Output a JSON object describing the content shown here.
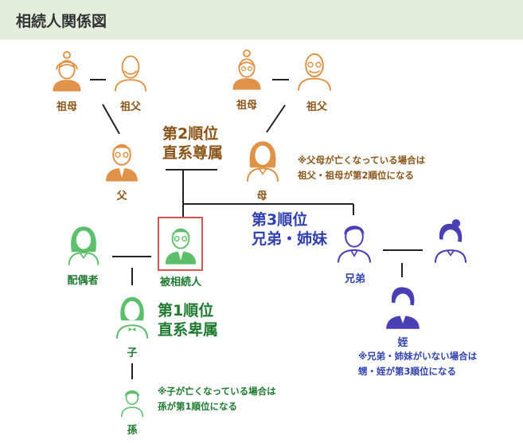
{
  "title": "相続人関係図",
  "colors": {
    "orange": "#e09348",
    "orange_text": "#8a5418",
    "green": "#5cbf6b",
    "green_text": "#1e7a30",
    "blue": "#4a3fb5",
    "blue_text": "#3040b0",
    "line": "#222222",
    "highlight": "#d9534f",
    "header_bg": "#e3efdc"
  },
  "people": {
    "paternal_grandmother": "祖母",
    "paternal_grandfather": "祖父",
    "maternal_grandmother": "祖母",
    "maternal_grandfather": "祖父",
    "father": "父",
    "mother": "母",
    "spouse": "配偶者",
    "decedent": "被相続人",
    "brother": "兄弟",
    "sister": "",
    "nephew_niece": "姪",
    "child": "子",
    "grandchild": "孫"
  },
  "ranks": {
    "second": {
      "line1": "第2順位",
      "line2": "直系尊属"
    },
    "third": {
      "line1": "第3順位",
      "line2": "兄弟・姉妹"
    },
    "first": {
      "line1": "第1順位",
      "line2": "直系卑属"
    }
  },
  "notes": {
    "parents": {
      "line1": "※父母が亡くなっている場合は",
      "line2": "祖父・祖母が第2順位になる"
    },
    "siblings": {
      "line1": "※兄弟・姉妹がいない場合は",
      "line2": "甥・姪が第3順位になる"
    },
    "children": {
      "line1": "※子が亡くなっている場合は",
      "line2": "孫が第1順位になる"
    }
  }
}
